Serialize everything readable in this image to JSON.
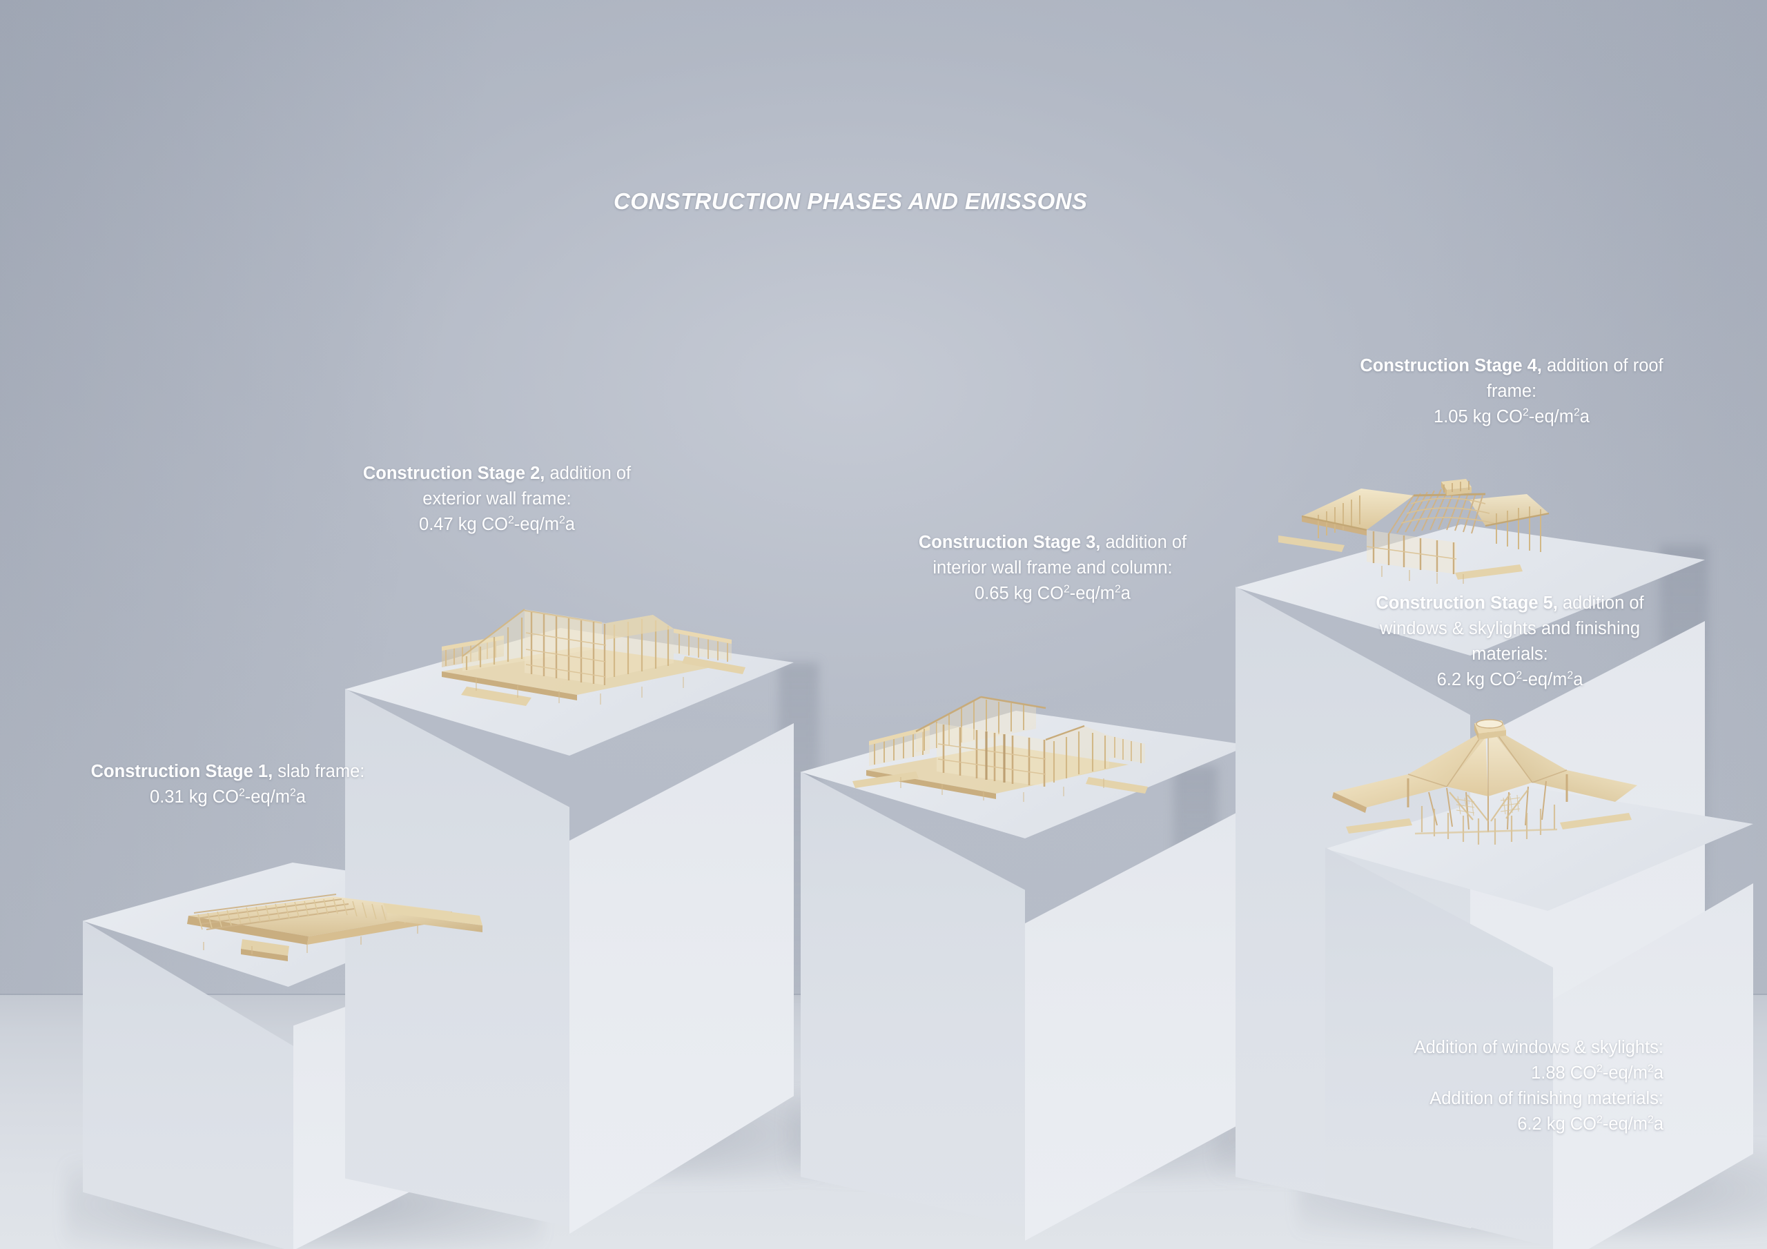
{
  "title": "CONSTRUCTION PHASES AND EMISSONS",
  "accent_colors": {
    "background_wall": "#b2b8c4",
    "floor": "#dde1e7",
    "pedestal_light": "#eaedf2",
    "pedestal_shade": "#d5dae2",
    "wood": "#e0cfa4",
    "text": "#ffffff"
  },
  "stages": [
    {
      "id": "stage-1",
      "label_bold": "Construction Stage 1,",
      "label_rest": " slab frame:",
      "value": "0.31 kg CO²-eq/m²a",
      "value_number": "0.31",
      "value_unit": "kg CO2-eq/m2a",
      "description": "slab frame",
      "model": "slab-frame"
    },
    {
      "id": "stage-2",
      "label_bold": "Construction Stage 2,",
      "label_rest": " addition of exterior wall frame:",
      "value": "0.47 kg CO²-eq/m²a",
      "value_number": "0.47",
      "value_unit": "kg CO2-eq/m2a",
      "description": "addition of exterior wall frame",
      "model": "exterior-wall-frame"
    },
    {
      "id": "stage-3",
      "label_bold": "Construction Stage 3,",
      "label_rest": " addition of interior wall frame and column:",
      "value": "0.65 kg CO²-eq/m²a",
      "value_number": "0.65",
      "value_unit": "kg CO2-eq/m2a",
      "description": "addition of interior wall frame and column",
      "model": "interior-wall-frame"
    },
    {
      "id": "stage-4",
      "label_bold": "Construction Stage 4,",
      "label_rest": " addition of roof frame:",
      "value": "1.05 kg CO²-eq/m²a",
      "value_number": "1.05",
      "value_unit": "kg CO2-eq/m2a",
      "description": "addition of roof frame",
      "model": "roof-frame"
    },
    {
      "id": "stage-5",
      "label_bold": "Construction Stage 5,",
      "label_rest": " addition of windows & skylights and finishing materials:",
      "value": "6.2 kg CO²-eq/m²a",
      "value_number": "6.2",
      "value_unit": "kg CO2-eq/m2a",
      "description": "addition of windows & skylights and finishing materials",
      "model": "finished-building"
    }
  ],
  "breakdown": {
    "line1_label": "Addition of windows & skylights:",
    "line1_value": "1.88 CO²-eq/m²a",
    "line2_label": "Addition of finishing materials:",
    "line2_value": "6.2 kg CO²-eq/m²a"
  },
  "chart_data": {
    "type": "bar",
    "title": "CONSTRUCTION PHASES AND EMISSONS",
    "xlabel": "Construction Stage",
    "ylabel": "kg CO2-eq/m2a",
    "categories": [
      "Construction Stage 1",
      "Construction Stage 2",
      "Construction Stage 3",
      "Construction Stage 4",
      "Construction Stage 5"
    ],
    "category_descriptions": [
      "slab frame",
      "addition of exterior wall frame",
      "addition of interior wall frame and column",
      "addition of roof frame",
      "addition of windows & skylights and finishing materials"
    ],
    "values": [
      0.31,
      0.47,
      0.65,
      1.05,
      6.2
    ],
    "unit": "kg CO2-eq/m2a",
    "ylim": [
      0,
      6.2
    ],
    "grid": false,
    "legend": "none",
    "annotations": [
      "Addition of windows & skylights: 1.88 CO2-eq/m2a",
      "Addition of finishing materials: 6.2 kg CO2-eq/m2a"
    ]
  }
}
